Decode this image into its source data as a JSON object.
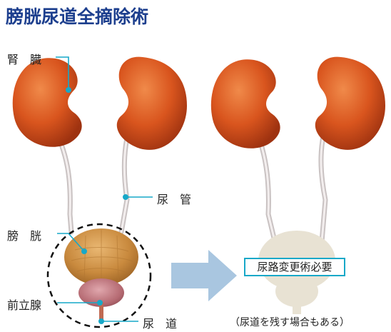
{
  "title": "膀胱尿道全摘除術",
  "labels": {
    "kidney": "腎　臓",
    "ureter": "尿　管",
    "bladder": "膀　胱",
    "prostate": "前立腺",
    "urethra": "尿　道"
  },
  "after": {
    "box_text": "尿路変更術必要",
    "note": "（尿道を残す場合もある）"
  },
  "colors": {
    "title": "#1d3f8e",
    "leader": "#17a8c8",
    "kidney": "#d9551e",
    "bladder": "#c98a3e",
    "prostate": "#b56a72",
    "arrow": "#a9c6e0",
    "removed": "#e8e2d3"
  },
  "icons": [
    "right-arrow-icon"
  ]
}
